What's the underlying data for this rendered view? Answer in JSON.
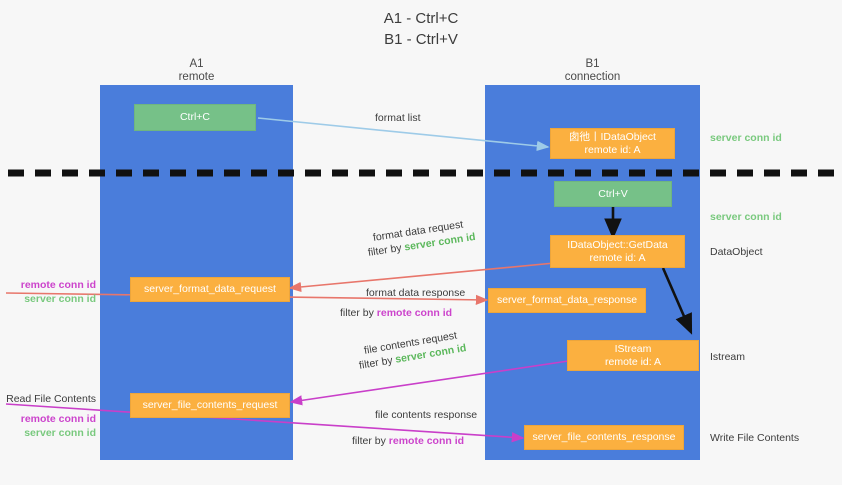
{
  "title": {
    "line1": "A1 - Ctrl+C",
    "line2": "B1 - Ctrl+V"
  },
  "lanes": [
    {
      "name": "A1",
      "sub": "remote",
      "color": "#4a7ddb"
    },
    {
      "name": "B1",
      "sub": "connection",
      "color": "#4a7ddb"
    }
  ],
  "colors": {
    "lane": "#4a7ddb",
    "green_box": "#76c188",
    "orange_box": "#fbb040",
    "server_conn": "#5cb85c",
    "remote_conn": "#cc44cc",
    "arrow_blue": "#9ecbe8",
    "arrow_red": "#e8766b",
    "arrow_magenta": "#c93fc9",
    "arrow_dark": "#1a1a1a",
    "divider": "#111111"
  },
  "boxes": {
    "ctrl_c": "Ctrl+C",
    "ctrl_v": "Ctrl+V",
    "idataobject_top_l1": "囱彵丨IDataObject",
    "idataobject_top_l2": "remote id: A",
    "getdata_l1": "IDataObject::GetData",
    "getdata_l2": "remote id: A",
    "istream_l1": "IStream",
    "istream_l2": "remote id: A",
    "server_format_data_request": "server_format_data_request",
    "server_format_data_response": "server_format_data_response",
    "server_file_contents_request": "server_file_contents_request",
    "server_file_contents_response": "server_file_contents_response"
  },
  "arrow_labels": {
    "format_list": "format list",
    "format_data_request": "format data request",
    "format_data_request_filter_prefix": "filter by ",
    "format_data_request_filter_value": "server conn id",
    "format_data_response": "format data response",
    "format_data_response_filter_prefix": "filter by ",
    "format_data_response_filter_value": "remote conn id",
    "file_contents_request": "file contents request",
    "file_contents_request_filter_prefix": "filter by ",
    "file_contents_request_filter_value": "server conn id",
    "file_contents_response": "file contents response",
    "file_contents_response_filter_prefix": "filter by ",
    "file_contents_response_filter_value": "remote conn id"
  },
  "right_labels": {
    "server_conn_id_top": "server conn id",
    "server_conn_id_mid": "server conn id",
    "dataobject": "DataObject",
    "istream": "Istream",
    "write_file_contents": "Write File Contents"
  },
  "left_labels": {
    "remote_conn_id_mid": "remote conn id",
    "server_conn_id_mid": "server conn id",
    "read_file_contents": "Read File Contents",
    "remote_conn_id_bottom": "remote conn id",
    "server_conn_id_bottom": "server conn id"
  }
}
